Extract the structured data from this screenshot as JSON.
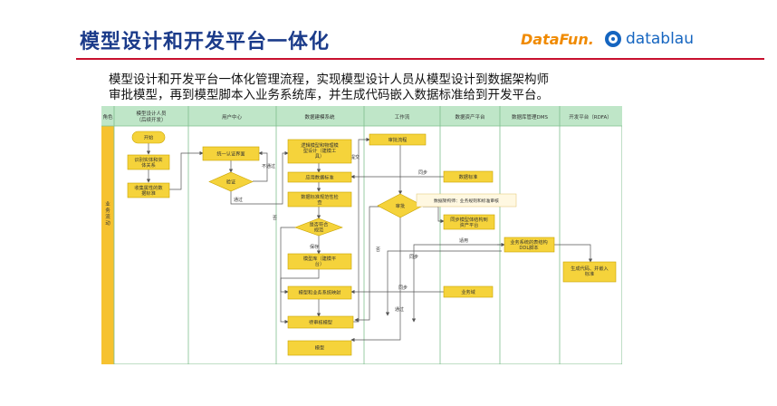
{
  "title": "模型设计和开发平台一体化",
  "logos": {
    "datafun": "DataFun.",
    "datablau": "datablau"
  },
  "description": {
    "line1": "模型设计和开发平台一体化管理流程，实现模型设计人员从模型设计到数据架构师",
    "line2": "审批模型，再到模型脚本入业务系统库，并生成代码嵌入数据标准给到开发平台。"
  },
  "colors": {
    "title": "#1b3b8a",
    "accent": "#c8102e",
    "lane_header": "#bfe6c8",
    "box": "#f5d33b",
    "box_stroke": "#c9a400",
    "side": "#f6c230"
  },
  "diagram": {
    "corner_label": "角色",
    "side_label": "业务流动",
    "lanes": [
      "模型设计人员（后续开发）",
      "用户中心",
      "数据建模系统",
      "工作流",
      "数据资产平台",
      "数据库管理DMS",
      "开发平台（RDFA）"
    ],
    "nodes": {
      "start": "开始",
      "identify": "识别实体和实体关系",
      "collect": "收集属性的数据标准",
      "login": "统一认证界面",
      "verify": "验证",
      "design": "逻辑模型和物理模型设计（建模工具）",
      "apply_std": "应用数据标准",
      "check": "数据标准规范性检查",
      "pass": "是否符合规范",
      "save": "模型库（建模平台）",
      "mapping": "模型和业务系统映射",
      "pending": "待审核模型",
      "model": "模型",
      "approval_flow": "审批流程",
      "approve": "审批",
      "data_std": "数据标准",
      "sync_asset": "同步模型体结构到资产平台",
      "biz_lib": "业务域",
      "ddl": "业务系统的表结构DDL脚本",
      "gen_code": "生成代码、并嵌入标准"
    },
    "note": "数据架构师：业务规则和标准审核",
    "edge_labels": {
      "not_pass": "不通过",
      "pass": "通过",
      "no": "否",
      "save": "保存",
      "submit": "提交",
      "sync1": "同步",
      "apply": "适用",
      "sync2": "同步",
      "sync3": "同步",
      "pass2": "通过",
      "no2": "否"
    }
  }
}
